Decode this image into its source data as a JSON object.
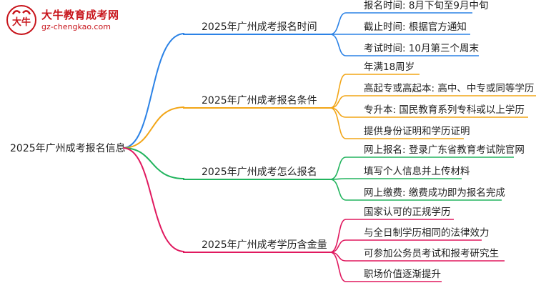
{
  "logo": {
    "title": "大牛教育成考网",
    "url": "gz-chengkao.com",
    "mark_text": "大牛"
  },
  "root": {
    "label": "2025年广州成考报名信息"
  },
  "branches": [
    {
      "label": "2025年广州成考报名时间",
      "color": "#2b82e6",
      "leaves": [
        "报名时间: 8月下旬至9月中旬",
        "截止时间: 根据官方通知",
        "考试时间: 10月第三个周末"
      ]
    },
    {
      "label": "2025年广州成考报名条件",
      "color": "#f2a516",
      "leaves": [
        "年满18周岁",
        "高起专或高起本: 高中、中专或同等学历",
        "专升本: 国民教育系列专科或以上学历",
        "提供身份证明和学历证明"
      ]
    },
    {
      "label": "2025年广州成考怎么报名",
      "color": "#22b45e",
      "leaves": [
        "网上报名: 登录广东省教育考试院官网",
        "填写个人信息并上传材料",
        "网上缴费: 缴费成功即为报名完成"
      ]
    },
    {
      "label": "2025年广州成考学历含金量",
      "color": "#e0195f",
      "leaves": [
        "国家认可的正规学历",
        "与全日制学历相同的法律效力",
        "可参加公务员考试和报考研究生",
        "职场价值逐渐提升"
      ]
    }
  ]
}
